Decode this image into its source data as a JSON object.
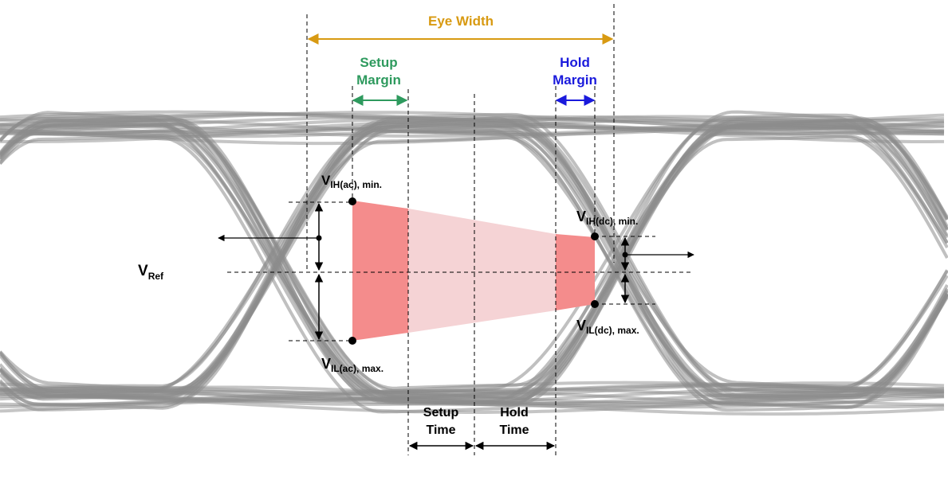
{
  "labels": {
    "eye_width": "Eye Width",
    "setup_margin": [
      "Setup",
      "Margin"
    ],
    "hold_margin": [
      "Hold",
      "Margin"
    ],
    "setup_time": [
      "Setup",
      "Time"
    ],
    "hold_time": [
      "Hold",
      "Time"
    ],
    "vih_ac": {
      "base": "V",
      "sub": "IH(ac), min."
    },
    "vil_ac": {
      "base": "V",
      "sub": "IL(ac), max."
    },
    "vih_dc": {
      "base": "V",
      "sub": "IH(dc), min."
    },
    "vil_dc": {
      "base": "V",
      "sub": "IL(dc), max."
    },
    "vref": {
      "base": "V",
      "sub": "Ref"
    }
  },
  "colors": {
    "trace": "#8c8c8c",
    "eye_width": "#d89a12",
    "setup_margin": "#2e9a5e",
    "hold_margin": "#1a1adc",
    "mask_dark": "#f48c8c",
    "mask_light": "#f5d3d5",
    "ink": "#000000"
  }
}
